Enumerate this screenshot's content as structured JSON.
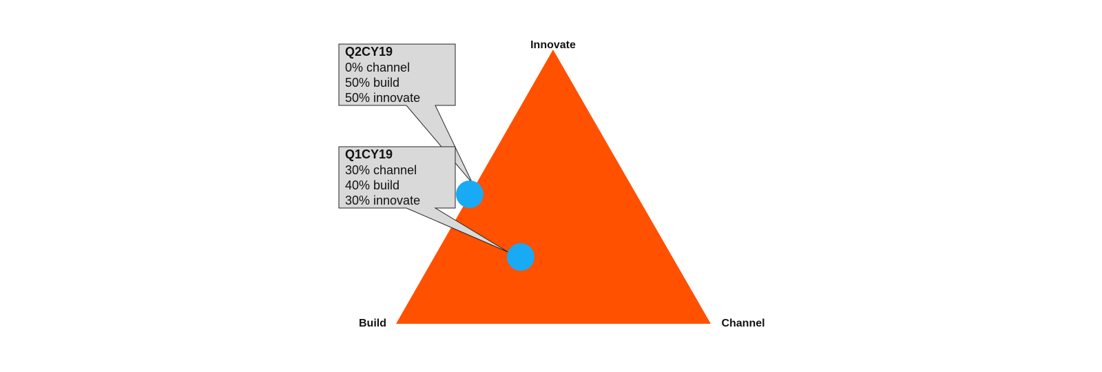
{
  "colors": {
    "triangle": "#ff5100",
    "point": "#18aaf5",
    "callout_fill": "#d9d9d9",
    "callout_stroke": "#222222",
    "text": "#111111",
    "background": "#ffffff"
  },
  "vertices": {
    "top": "Innovate",
    "bottom_left": "Build",
    "bottom_right": "Channel"
  },
  "points": [
    {
      "title": "Q2CY19",
      "lines": [
        "0% channel",
        "50% build",
        "50% innovate"
      ]
    },
    {
      "title": "Q1CY19",
      "lines": [
        "30% channel",
        "40% build",
        "30% innovate"
      ]
    }
  ]
}
